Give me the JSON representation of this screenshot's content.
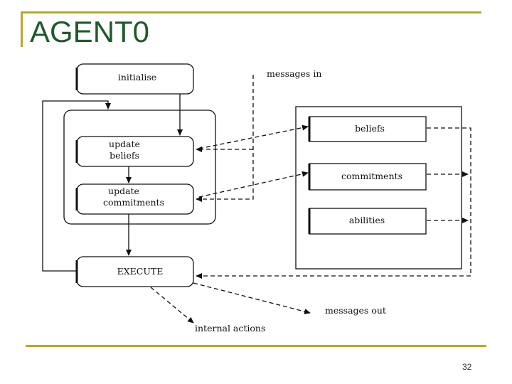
{
  "slide": {
    "title": "AGENT0",
    "page_number": "32"
  },
  "diagram": {
    "boxes": {
      "initialise": "initialise",
      "update_beliefs": [
        "update",
        "beliefs"
      ],
      "update_commitments": [
        "update",
        "commitments"
      ],
      "execute": "EXECUTE",
      "beliefs": "beliefs",
      "commitments": "commitments",
      "abilities": "abilities"
    },
    "labels": {
      "messages_in": "messages in",
      "messages_out": "messages out",
      "internal_actions": "internal actions"
    }
  }
}
